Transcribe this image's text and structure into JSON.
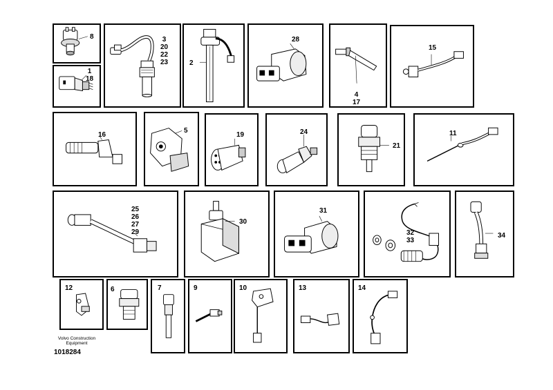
{
  "figure": {
    "doc_id": "1018284",
    "brand": [
      "Volvo Construction",
      "Equipment"
    ]
  },
  "cells": [
    {
      "id": "c8",
      "labels": [
        "8"
      ]
    },
    {
      "id": "c1",
      "labels": [
        "1",
        "18"
      ]
    },
    {
      "id": "c3",
      "labels": [
        "3",
        "20",
        "22",
        "23"
      ]
    },
    {
      "id": "c2",
      "labels": [
        "2"
      ]
    },
    {
      "id": "c28",
      "labels": [
        "28"
      ]
    },
    {
      "id": "c4",
      "labels": [
        "4",
        "17"
      ]
    },
    {
      "id": "c15",
      "labels": [
        "15"
      ]
    },
    {
      "id": "c16",
      "labels": [
        "16"
      ]
    },
    {
      "id": "c5",
      "labels": [
        "5"
      ]
    },
    {
      "id": "c19",
      "labels": [
        "19"
      ]
    },
    {
      "id": "c24",
      "labels": [
        "24"
      ]
    },
    {
      "id": "c21",
      "labels": [
        "21"
      ]
    },
    {
      "id": "c11",
      "labels": [
        "11"
      ]
    },
    {
      "id": "c25",
      "labels": [
        "25",
        "26",
        "27",
        "29"
      ]
    },
    {
      "id": "c30",
      "labels": [
        "30"
      ]
    },
    {
      "id": "c31",
      "labels": [
        "31"
      ]
    },
    {
      "id": "c32",
      "labels": [
        "32",
        "33"
      ]
    },
    {
      "id": "c34",
      "labels": [
        "34"
      ]
    },
    {
      "id": "c12",
      "labels": [
        "12"
      ]
    },
    {
      "id": "c6",
      "labels": [
        "6"
      ]
    },
    {
      "id": "c7",
      "labels": [
        "7"
      ]
    },
    {
      "id": "c9",
      "labels": [
        "9"
      ]
    },
    {
      "id": "c10",
      "labels": [
        "10"
      ]
    },
    {
      "id": "c13",
      "labels": [
        "13"
      ]
    },
    {
      "id": "c14",
      "labels": [
        "14"
      ]
    }
  ]
}
